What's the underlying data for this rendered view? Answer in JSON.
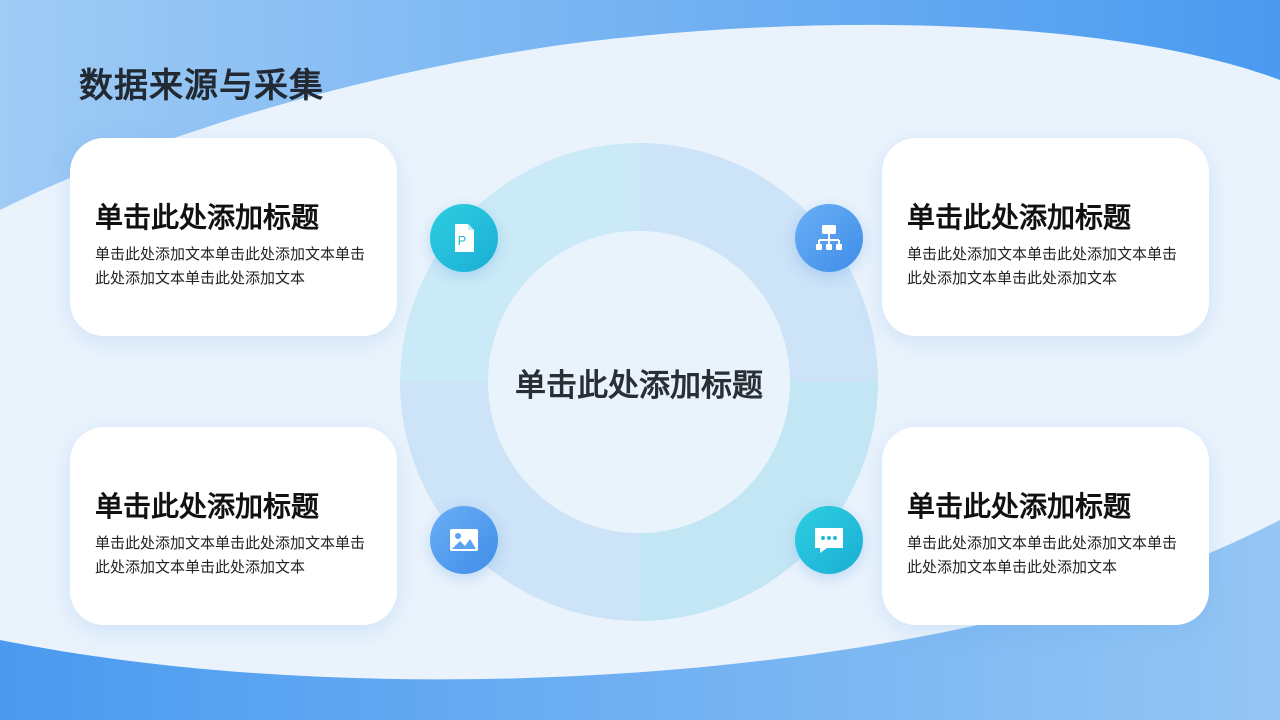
{
  "page": {
    "title": "数据来源与采集"
  },
  "center": {
    "title": "单击此处添加标题"
  },
  "cards": [
    {
      "title": "单击此处添加标题",
      "text": "单击此处添加文本单击此处添加文本单击此处添加文本单击此处添加文本"
    },
    {
      "title": "单击此处添加标题",
      "text": "单击此处添加文本单击此处添加文本单击此处添加文本单击此处添加文本"
    },
    {
      "title": "单击此处添加标题",
      "text": "单击此处添加文本单击此处添加文本单击此处添加文本单击此处添加文本"
    },
    {
      "title": "单击此处添加标题",
      "text": "单击此处添加文本单击此处添加文本单击此处添加文本单击此处添加文本"
    }
  ],
  "icons": [
    "document-p-icon",
    "hierarchy-icon",
    "image-icon",
    "chat-icon"
  ],
  "colors": {
    "accent_blue": "#4a9af0",
    "accent_teal": "#22c1dc",
    "title_text": "#222933"
  }
}
